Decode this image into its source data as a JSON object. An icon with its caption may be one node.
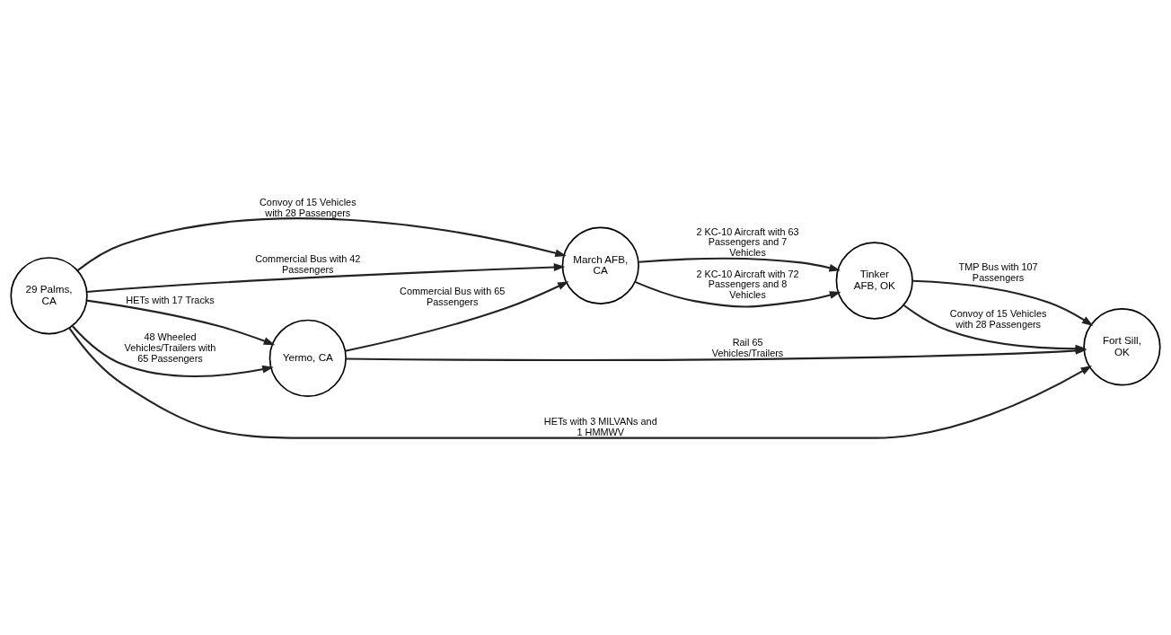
{
  "diagram": {
    "nodes": [
      {
        "text": [
          "March AFB, CA"
        ]
      },
      {
        "text": [
          "Tinker AFB, OK"
        ]
      },
      {
        "text": [
          "Yermo, CA"
        ]
      },
      {
        "text": [
          "Fort Sill, OK"
        ]
      },
      {
        "text": [
          "29 Palms, CA"
        ]
      }
    ],
    "edges": [
      {
        "from": 0,
        "to": 1,
        "arrow": "to",
        "label": "2 KC-10 Aircraft with 63 Passengers and 7 Vehicles"
      },
      {
        "from": 0,
        "to": 1,
        "arrow": "to",
        "label": "2 KC-10 Aircraft with 72 Passengers and 8 Vehicles"
      },
      {
        "from": 1,
        "to": 3,
        "arrow": "to",
        "label": "TMP Bus with 107 Passengers"
      },
      {
        "from": 1,
        "to": 3,
        "arrow": "to",
        "label": "Convoy of 15 Vehicles with 28 Passengers"
      },
      {
        "from": 2,
        "to": 0,
        "arrow": "to",
        "label": "Commercial Bus with 65 Passengers"
      },
      {
        "from": 4,
        "to": 0,
        "arrow": "to",
        "label": "Convoy of 15 Vehicles with 28 Passengers"
      },
      {
        "from": 4,
        "to": 0,
        "arrow": "to",
        "label": "Commercial Bus with 42 Passengers"
      },
      {
        "from": 4,
        "to": 2,
        "arrow": "to",
        "label": "HETs with 17 Tracks"
      },
      {
        "from": 4,
        "to": 2,
        "arrow": "to",
        "label": "48 Wheeled Vehicles/Trailers with 65 Passengers"
      },
      {
        "from": 2,
        "to": 3,
        "arrow": "to",
        "label": "Rail 65 Vehicles/Trailers"
      },
      {
        "from": 4,
        "to": 3,
        "arrow": "to",
        "label": "HETs with 3 MILVANs and 1 HMMWV"
      }
    ]
  }
}
